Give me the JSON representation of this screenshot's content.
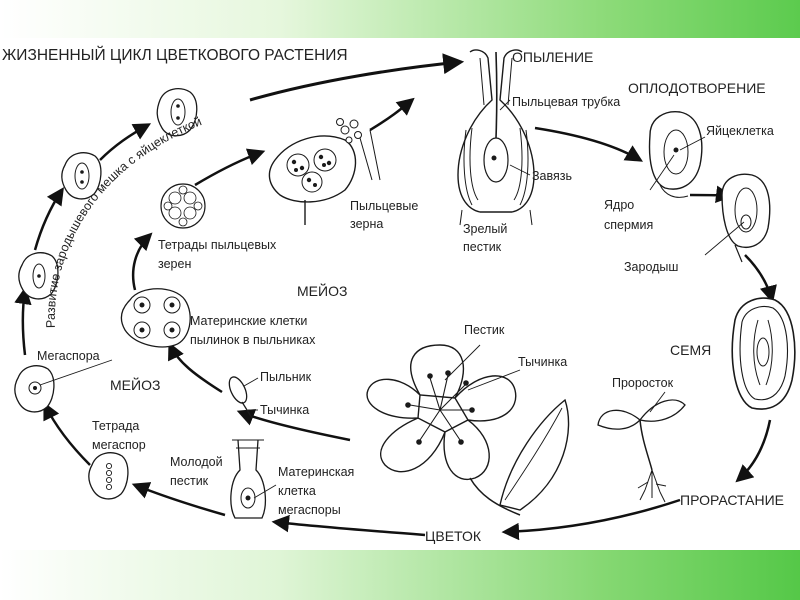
{
  "title": "ЖИЗНЕННЫЙ ЦИКЛ ЦВЕТКОВОГО РАСТЕНИЯ",
  "stages": {
    "pollination": "ОПЫЛЕНИЕ",
    "fertilization": "ОПЛОДОТВОРЕНИЕ",
    "seed": "СЕМЯ",
    "germination": "ПРОРАСТАНИЕ",
    "flower": "ЦВЕТОК",
    "meiosis_upper": "МЕЙОЗ",
    "meiosis_lower": "МЕЙОЗ"
  },
  "labels": {
    "pollen_tube": "Пыльцевая трубка",
    "ovary": "Завязь",
    "mature_pistil_1": "Зрелый",
    "mature_pistil_2": "пестик",
    "egg_cell": "Яйцеклетка",
    "sperm_nucleus_1": "Ядро",
    "sperm_nucleus_2": "спермия",
    "embryo": "Зародыш",
    "pollen_grains_1": "Пыльцевые",
    "pollen_grains_2": "зерна",
    "pollen_tetrads_1": "Тетрады пыльцевых",
    "pollen_tetrads_2": "зерен",
    "mother_cells_1": "Материнские клетки",
    "mother_cells_2": "пылинок в пыльниках",
    "anther": "Пыльник",
    "stamen_small": "Тычинка",
    "pistil": "Пестик",
    "stamen": "Тычинка",
    "seedling": "Проросток",
    "megaspore": "Мегаспора",
    "megaspore_tetrad_1": "Тетрада",
    "megaspore_tetrad_2": "мегаспор",
    "young_pistil_1": "Молодой",
    "young_pistil_2": "пестик",
    "megaspore_mother_1": "Материнская",
    "megaspore_mother_2": "клетка",
    "megaspore_mother_3": "мегаспоры",
    "embryo_sac_development": "Развитие зародышевого мешка с яйцеклеткой"
  }
}
